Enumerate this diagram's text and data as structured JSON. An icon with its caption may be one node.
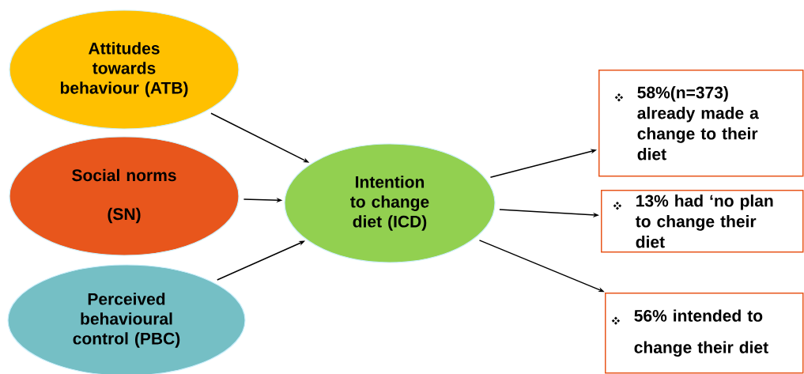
{
  "diagram": {
    "nodes": [
      {
        "text": [
          "Attitudes towards behaviour (ATB)"
        ]
      },
      {
        "text": [
          "Social norms",
          "(SN)"
        ]
      },
      {
        "text": [
          "Perceived behavioural control (PBC)"
        ]
      },
      {
        "text": [
          "Intention to change diet (ICD)"
        ]
      },
      {
        "text": [
          "58%(n=373) already made a change to their diet"
        ]
      },
      {
        "text": [
          "13% had ‘no plan to change their diet"
        ]
      },
      {
        "text": [
          "56% intended to change their diet"
        ]
      }
    ],
    "edges": [
      {
        "from": 0,
        "to": 3,
        "arrow": "to"
      },
      {
        "from": 1,
        "to": 3,
        "arrow": "to"
      },
      {
        "from": 2,
        "to": 3,
        "arrow": "to"
      },
      {
        "from": 3,
        "to": 4,
        "arrow": "to"
      },
      {
        "from": 3,
        "to": 5,
        "arrow": "to"
      },
      {
        "from": 3,
        "to": 6,
        "arrow": "to"
      }
    ]
  }
}
